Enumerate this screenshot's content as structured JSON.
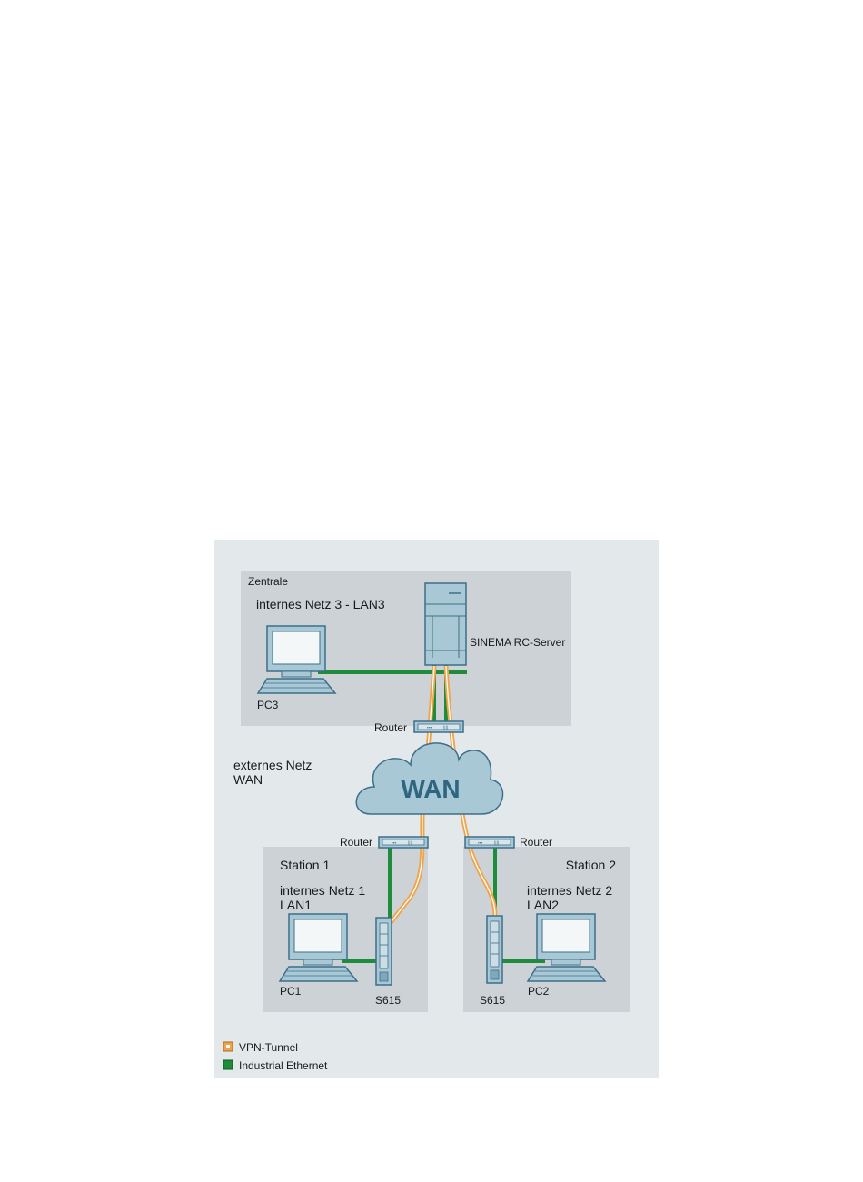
{
  "zones": {
    "zentrale": {
      "title": "Zentrale",
      "net": "internes Netz 3 - LAN3"
    },
    "external": {
      "line1": "externes Netz",
      "line2": "WAN"
    },
    "station1": {
      "title": "Station 1",
      "net_line1": "internes Netz 1",
      "net_line2": "LAN1"
    },
    "station2": {
      "title": "Station 2",
      "net_line1": "internes Netz 2",
      "net_line2": "LAN2"
    }
  },
  "devices": {
    "pc3": "PC3",
    "pc1": "PC1",
    "pc2": "PC2",
    "server": "SINEMA RC-Server",
    "router_top": "Router",
    "router_left": "Router",
    "router_right": "Router",
    "s615_left": "S615",
    "s615_right": "S615",
    "cloud": "WAN"
  },
  "legend": {
    "vpn": "VPN-Tunnel",
    "ethernet": "Industrial Ethernet"
  },
  "colors": {
    "panel": "#e3e8ea",
    "zone": "#ccd2d6",
    "ethernet": "#1e8c3a",
    "vpn": "#f0a44a",
    "device": "#a9c8d6",
    "device_stroke": "#3d6f88",
    "cloud": "#a9c8d6",
    "cloud_text": "#2e6680"
  }
}
